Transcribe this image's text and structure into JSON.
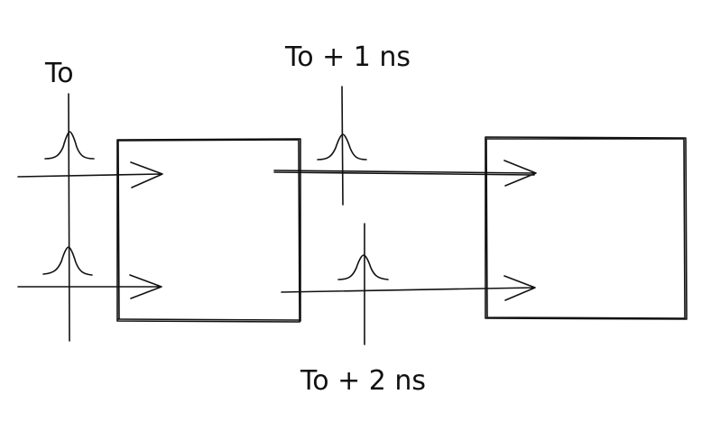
{
  "labels": {
    "t0": "To",
    "t0_plus_1": "To + 1 ns",
    "t0_plus_2": "To + 2 ns"
  },
  "colors": {
    "ink": "#111111",
    "background": "#ffffff"
  }
}
